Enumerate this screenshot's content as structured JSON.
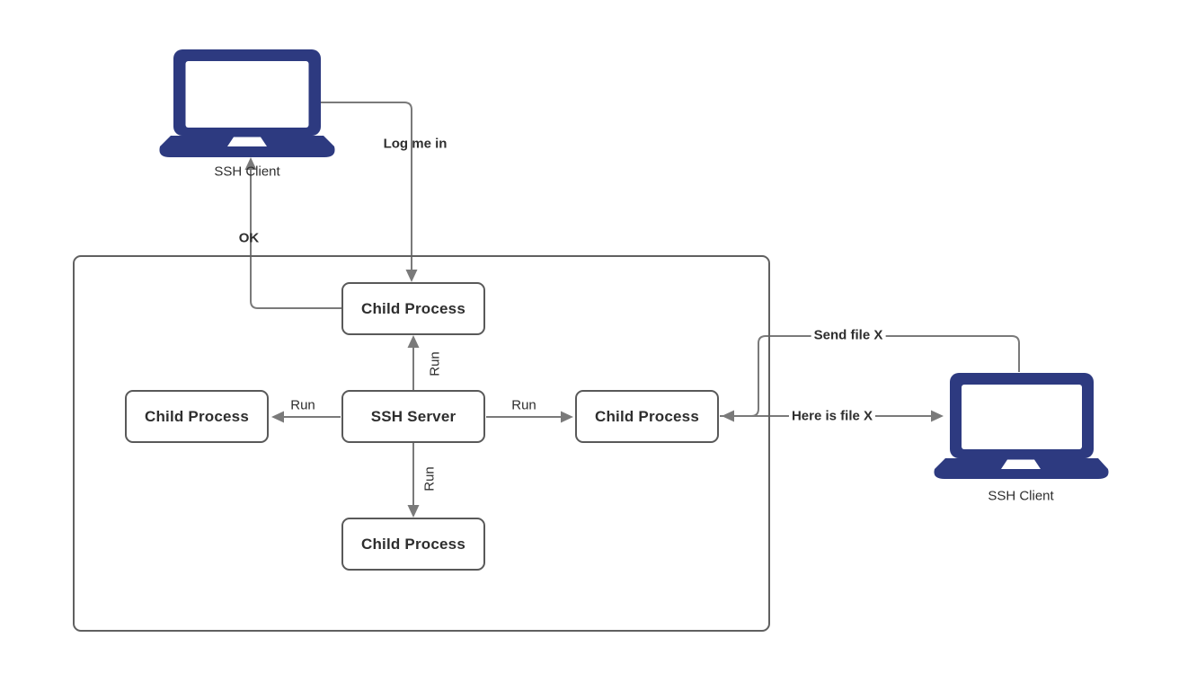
{
  "colors": {
    "laptop": "#2d3a80",
    "connector": "#7a7a7a",
    "node_border": "#595959",
    "container_border": "#606060",
    "text": "#2e2e2e",
    "background": "#ffffff"
  },
  "laptops": {
    "left": {
      "label": "SSH Client"
    },
    "right": {
      "label": "SSH Client"
    }
  },
  "nodes": {
    "child_top": {
      "label": "Child Process"
    },
    "child_left": {
      "label": "Child Process"
    },
    "ssh_server": {
      "label": "SSH Server"
    },
    "child_right": {
      "label": "Child Process"
    },
    "child_bottom": {
      "label": "Child Process"
    }
  },
  "edges": {
    "log_me_in": {
      "label": "Log me in"
    },
    "ok": {
      "label": "OK"
    },
    "run_top": {
      "label": "Run"
    },
    "run_left": {
      "label": "Run"
    },
    "run_right": {
      "label": "Run"
    },
    "run_bottom": {
      "label": "Run"
    },
    "send_file_x": {
      "label": "Send file X"
    },
    "here_is_file_x": {
      "label": "Here is file X"
    }
  }
}
